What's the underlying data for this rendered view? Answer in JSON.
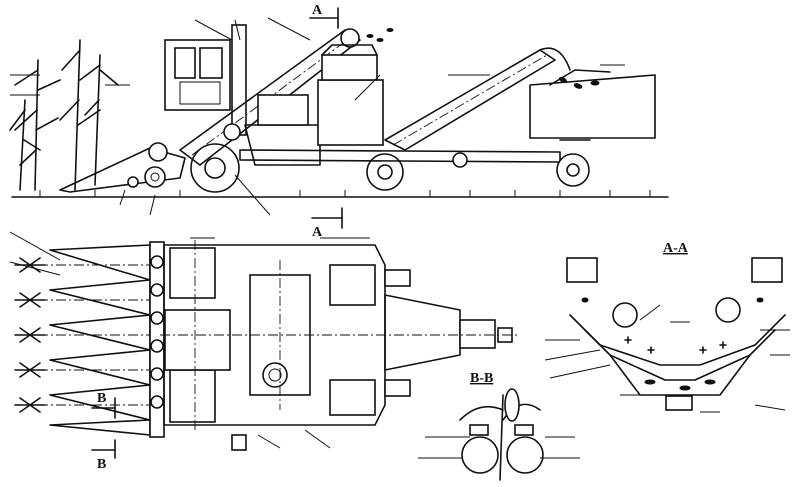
{
  "labels": {
    "section_aa_top": "A",
    "section_aa_bottom": "A",
    "section_bb_top": "B",
    "section_bb_bottom": "B",
    "view_aa_title": "A-A",
    "view_bb_title": "B-B"
  }
}
